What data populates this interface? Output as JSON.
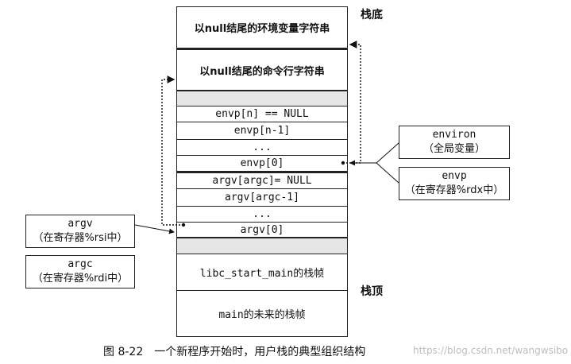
{
  "labels": {
    "stack_bottom": "栈底",
    "stack_top": "栈顶"
  },
  "stack": {
    "env_strings": "以null结尾的环境变量字符串",
    "cmd_strings": "以null结尾的命令行字符串",
    "envp_n": "envp[n] == NULL",
    "envp_n1": "envp[n-1]",
    "envp_dots": "...",
    "envp_0": "envp[0]",
    "argv_argc": "argv[argc]= NULL",
    "argv_argc1": "argv[argc-1]",
    "argv_dots": "...",
    "argv_0": "argv[0]",
    "libc_frame": "libc_start_main的栈帧",
    "main_frame": "main的未来的栈帧"
  },
  "pointers": {
    "environ_name": "environ",
    "environ_desc": "（全局变量）",
    "envp_name": "envp",
    "envp_desc": "（在寄存器%rdx中）",
    "argv_name": "argv",
    "argv_desc": "（在寄存器%rsi中）",
    "argc_name": "argc",
    "argc_desc": "（在寄存器%rdi中）"
  },
  "caption": {
    "number": "图 8-22",
    "text": "一个新程序开始时，用户栈的典型组织结构"
  },
  "watermark": "https://blog.csdn.net/wangwsibo"
}
